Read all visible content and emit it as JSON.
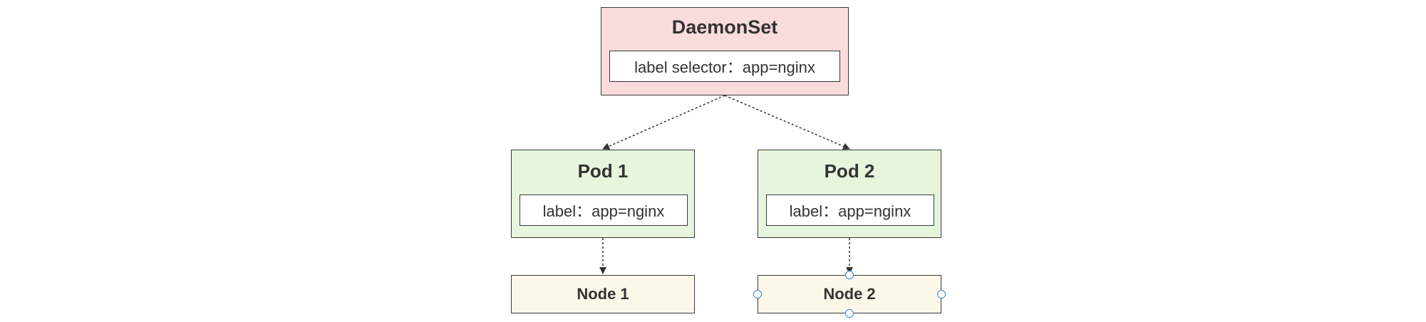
{
  "diagram": {
    "daemonset": {
      "title": "DaemonSet",
      "selector": "label selector：app=nginx"
    },
    "pods": [
      {
        "title": "Pod 1",
        "label": "label：app=nginx"
      },
      {
        "title": "Pod 2",
        "label": "label：app=nginx"
      }
    ],
    "nodes": [
      {
        "title": "Node 1"
      },
      {
        "title": "Node 2"
      }
    ],
    "colors": {
      "daemonset_fill": "#fbdcdc",
      "pod_fill": "#e6f5dc",
      "node_fill": "#fbf8ea",
      "border": "#3a3a3a",
      "selection_handle": "#3b82d6"
    }
  }
}
